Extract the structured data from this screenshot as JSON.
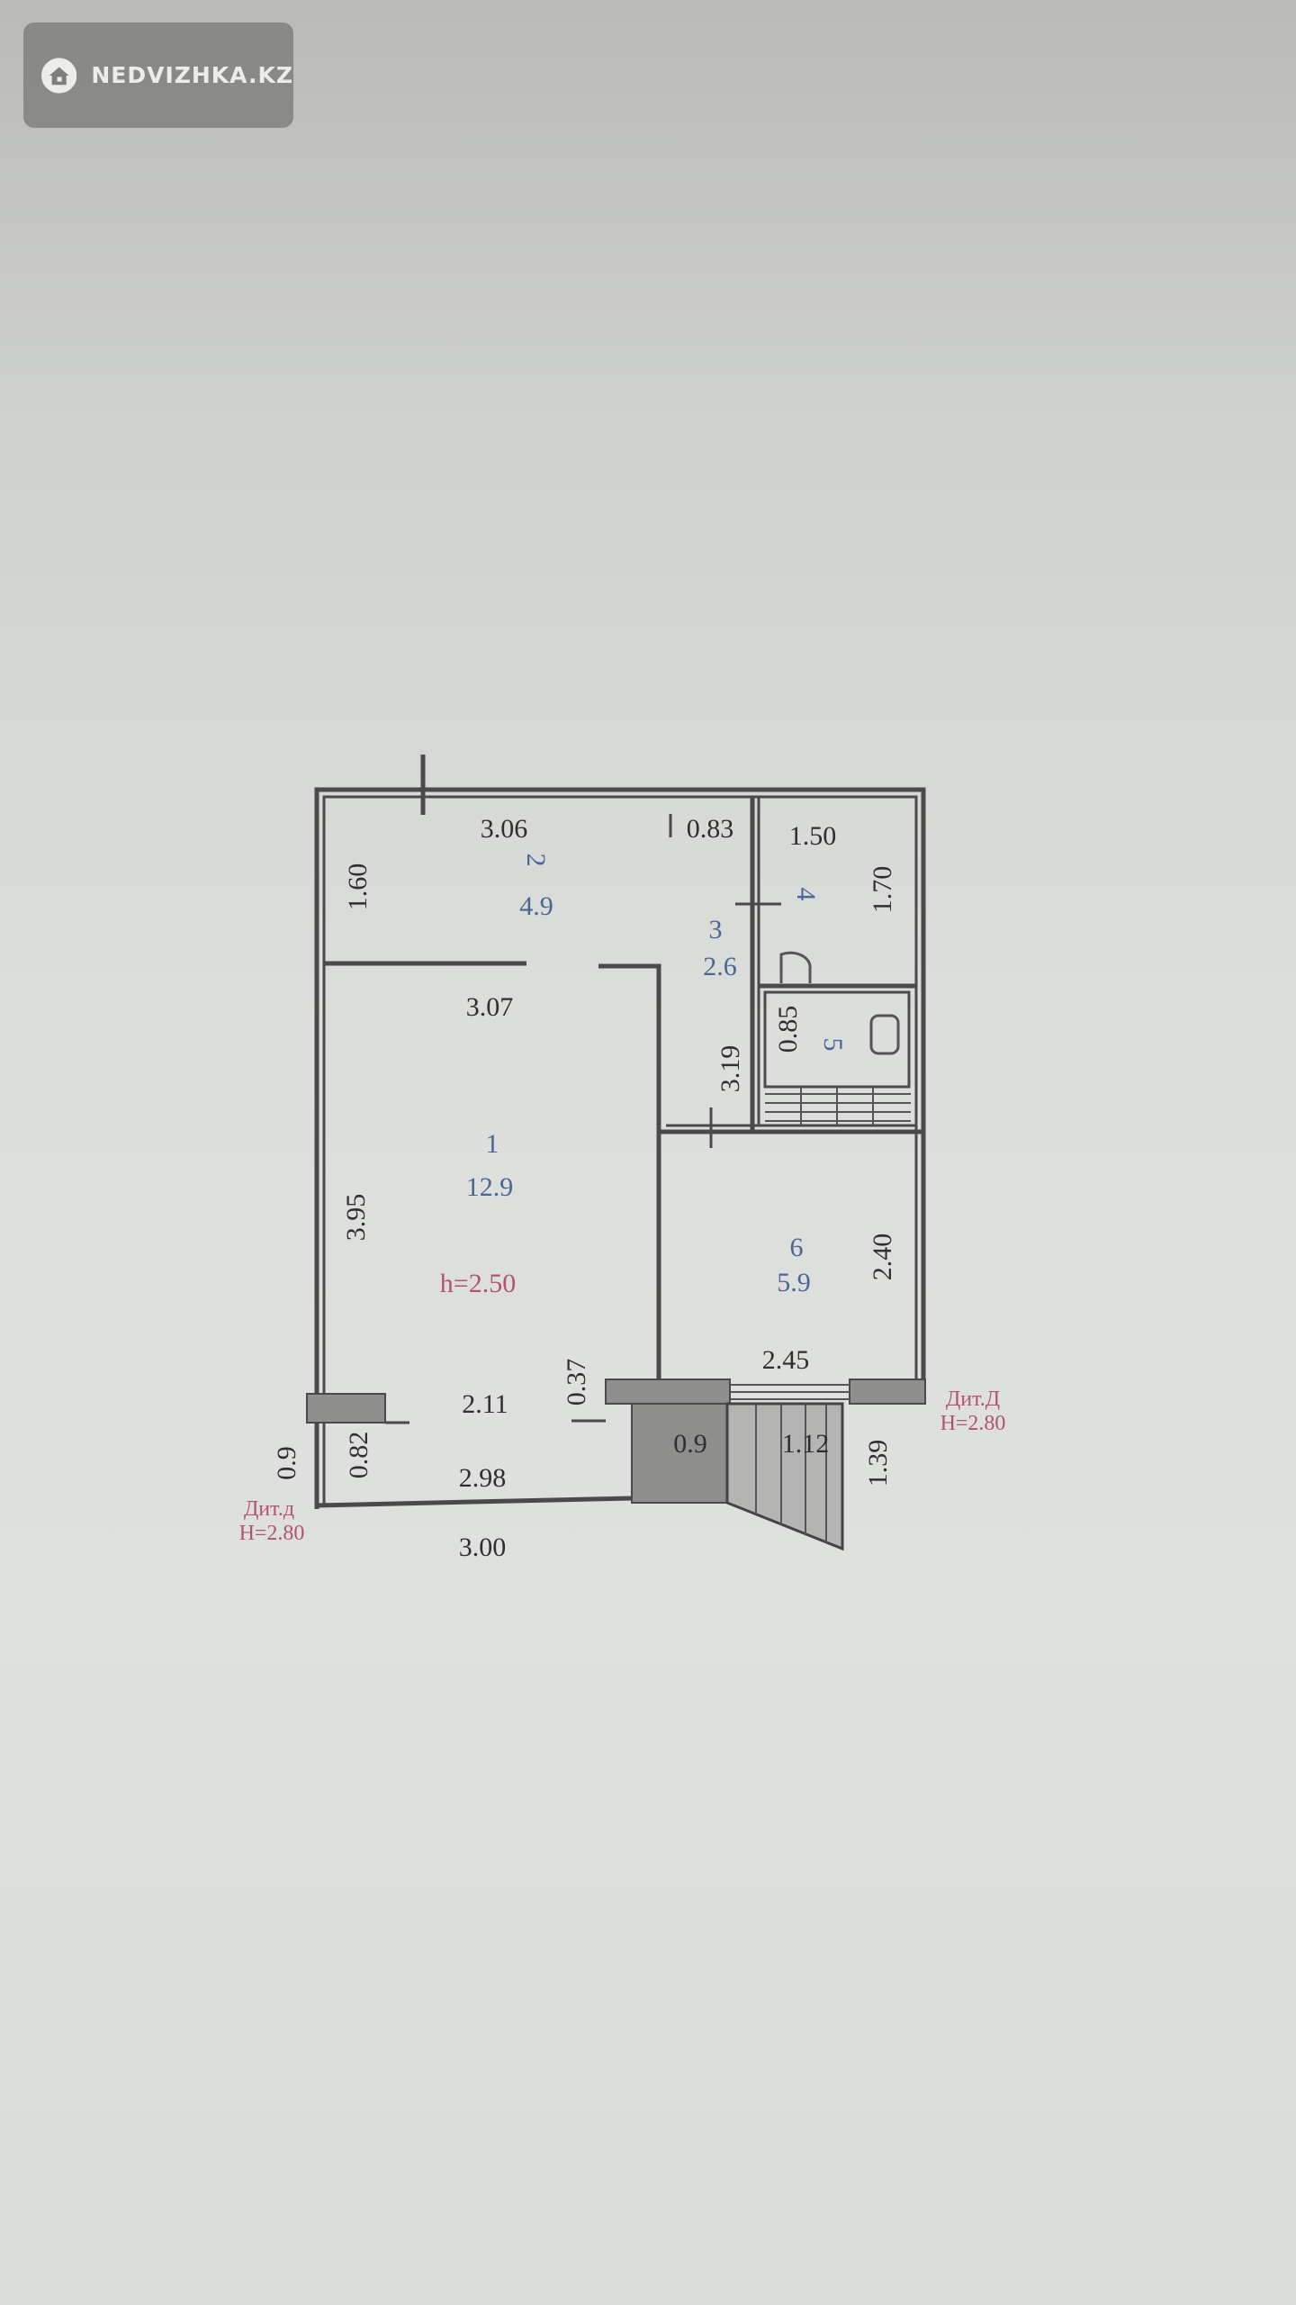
{
  "watermark": {
    "brand": "NEDVIZHKA.KZ",
    "icon": "house-icon"
  },
  "floor_plan": {
    "rooms": [
      {
        "number": "1",
        "area": "12.9"
      },
      {
        "number": "2",
        "area": "4.9"
      },
      {
        "number": "3",
        "area": "2.6"
      },
      {
        "number": "4"
      },
      {
        "number": "5"
      },
      {
        "number": "6",
        "area": "5.9"
      }
    ],
    "ceiling_height": "h=2.50",
    "dimensions": {
      "d306": "3.06",
      "d083": "0.83",
      "d150": "1.50",
      "d160": "1.60",
      "d170": "1.70",
      "d307": "3.07",
      "d085": "0.85",
      "d319": "3.19",
      "d395": "3.95",
      "d240": "2.40",
      "d245": "2.45",
      "d037": "0.37",
      "d211": "2.11",
      "d09a": "0.9",
      "d112": "1.12",
      "d139": "1.39",
      "d09b": "0.9",
      "d082": "0.82",
      "d298": "2.98",
      "d300": "3.00"
    },
    "annotations": [
      {
        "label": "Дит.Д",
        "height": "H=2.80"
      },
      {
        "label": "Дит.д",
        "height": "H=2.80"
      }
    ]
  }
}
